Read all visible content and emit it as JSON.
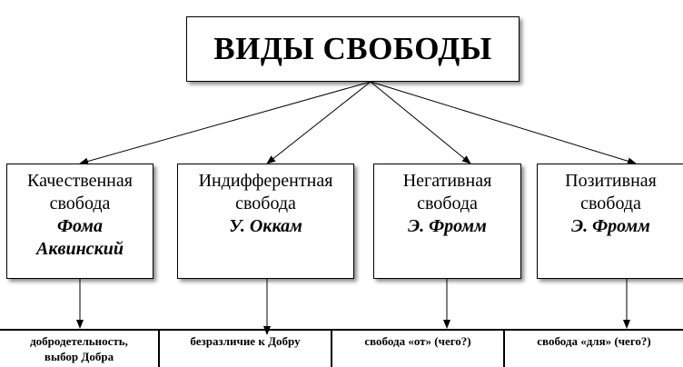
{
  "root": {
    "title": "ВИДЫ СВОБОДЫ"
  },
  "nodes": [
    {
      "name_line1": "Качественная",
      "name_line2": "свобода",
      "author_line1": "Фома",
      "author_line2": "Аквинский"
    },
    {
      "name_line1": "Индифферентная",
      "name_line2": "свобода",
      "author_line1": "У. Оккам",
      "author_line2": ""
    },
    {
      "name_line1": "Негативная",
      "name_line2": "свобода",
      "author_line1": "Э. Фромм",
      "author_line2": ""
    },
    {
      "name_line1": "Позитивная",
      "name_line2": "свобода",
      "author_line1": "Э. Фромм",
      "author_line2": ""
    }
  ],
  "descriptions": [
    {
      "line1": "добродетельность,",
      "line2": "выбор Добра"
    },
    {
      "line1": "безразличие к Добру",
      "line2": ""
    },
    {
      "line1": "свобода «от» (чего?)",
      "line2": ""
    },
    {
      "line1": "свобода «для» (чего?)",
      "line2": ""
    }
  ],
  "colors": {
    "line": "#000000",
    "background": "#ffffff"
  }
}
